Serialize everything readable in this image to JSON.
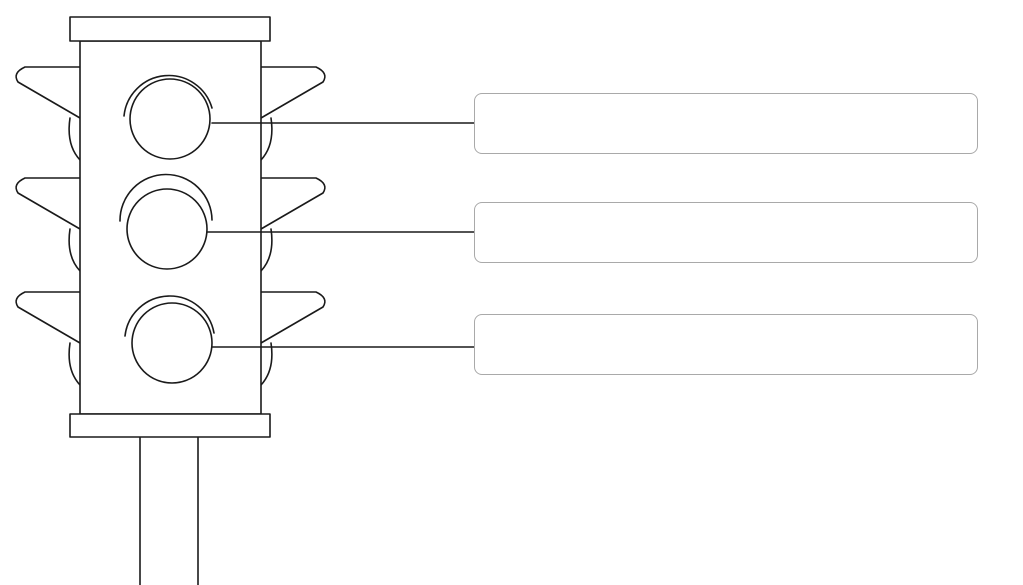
{
  "diagram": {
    "subject": "traffic light",
    "line_color": "#1a1a1a",
    "box_border_color": "#a9a9a9",
    "background": "#ffffff"
  },
  "answer_boxes": [
    {
      "id": "top-light",
      "value": "",
      "placeholder": ""
    },
    {
      "id": "middle-light",
      "value": "",
      "placeholder": ""
    },
    {
      "id": "bottom-light",
      "value": "",
      "placeholder": ""
    }
  ]
}
